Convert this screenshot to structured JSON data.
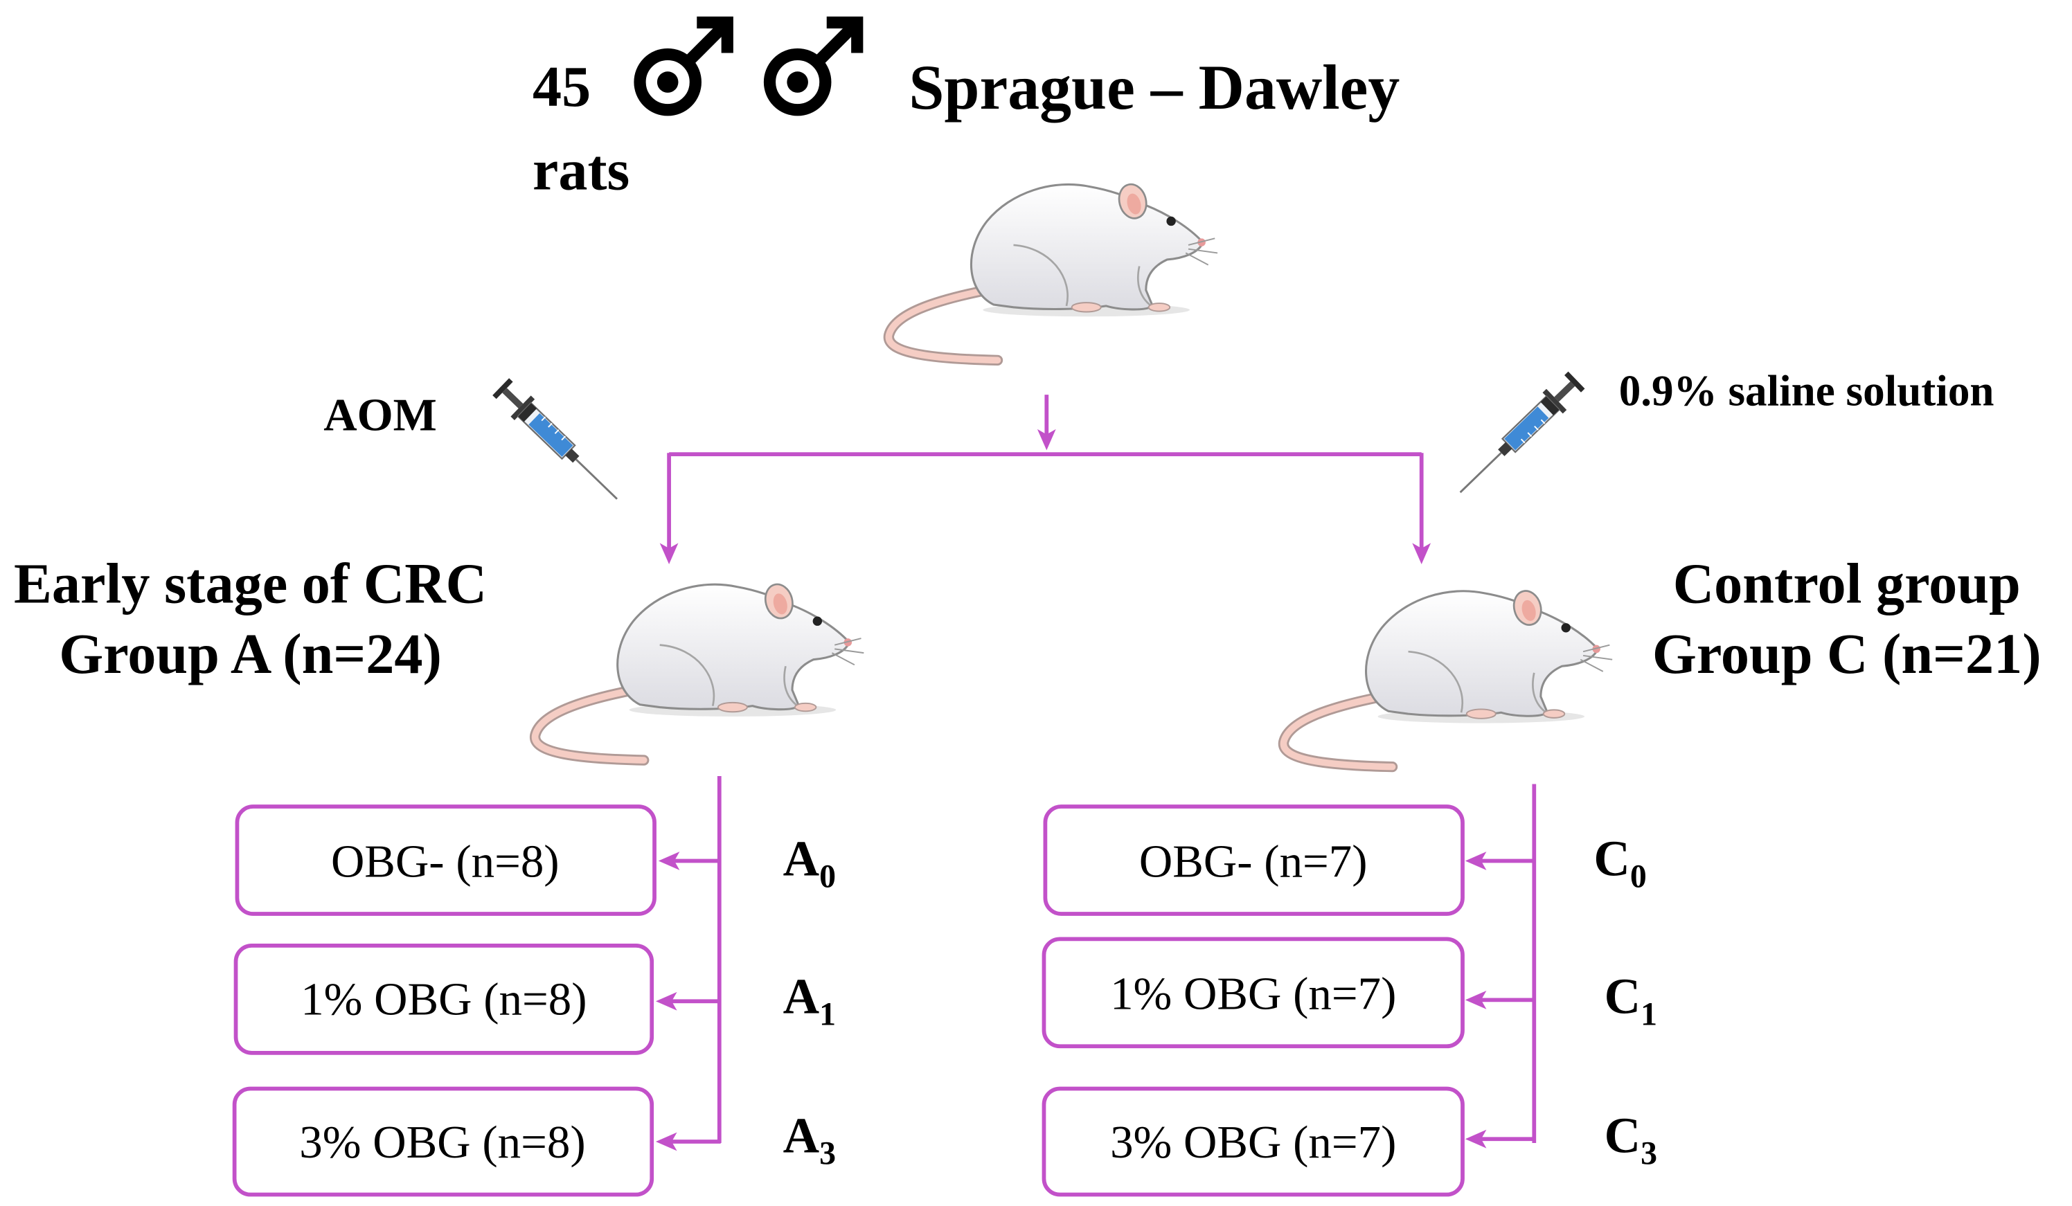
{
  "header": {
    "count": "45",
    "count_unit": "rats",
    "strain": "Sprague – Dawley"
  },
  "treatments": {
    "left": "AOM",
    "right": "0.9% saline solution"
  },
  "groups": {
    "left": {
      "title_line1": "Early stage of CRC",
      "title_line2": "Group A (n=24)",
      "subgroups": [
        {
          "label": "OBG- (n=8)",
          "code": "A",
          "sub": "0"
        },
        {
          "label": "1% OBG (n=8)",
          "code": "A",
          "sub": "1"
        },
        {
          "label": "3% OBG (n=8)",
          "code": "A",
          "sub": "3"
        }
      ]
    },
    "right": {
      "title_line1": "Control group",
      "title_line2": "Group C (n=21)",
      "subgroups": [
        {
          "label": "OBG- (n=7)",
          "code": "C",
          "sub": "0"
        },
        {
          "label": "1% OBG (n=7)",
          "code": "C",
          "sub": "1"
        },
        {
          "label": "3% OBG (n=7)",
          "code": "C",
          "sub": "3"
        }
      ]
    }
  },
  "icons": {
    "sex": "male-symbol-icon",
    "animal": "rat-icon",
    "injection": "syringe-icon"
  },
  "colors": {
    "connector": "#c251c9",
    "syringe_fluid": "#3f8ad6",
    "rat_pink": "#f5cdc4"
  }
}
